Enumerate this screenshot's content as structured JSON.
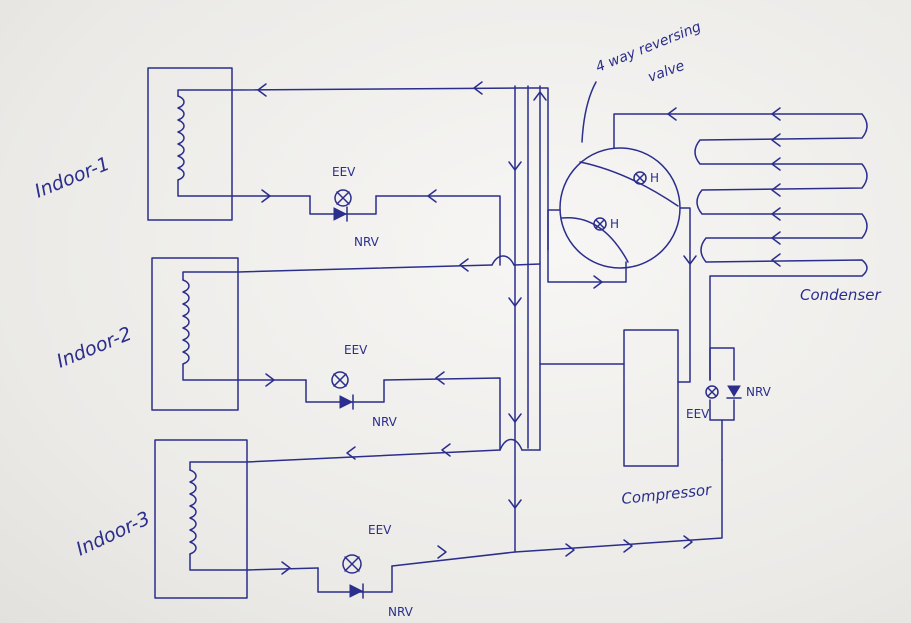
{
  "labels": {
    "indoor_1": "Indoor-1",
    "indoor_2": "Indoor-2",
    "indoor_3": "Indoor-3",
    "eev": "EEV",
    "nrv": "NRV",
    "valve_line1": "4 way reversing",
    "valve_line2": "valve",
    "valve_port": "H",
    "condenser": "Condenser",
    "compressor": "Compressor"
  },
  "colors": {
    "ink": "#2b2e8c",
    "paper": "#f1f0ee"
  }
}
